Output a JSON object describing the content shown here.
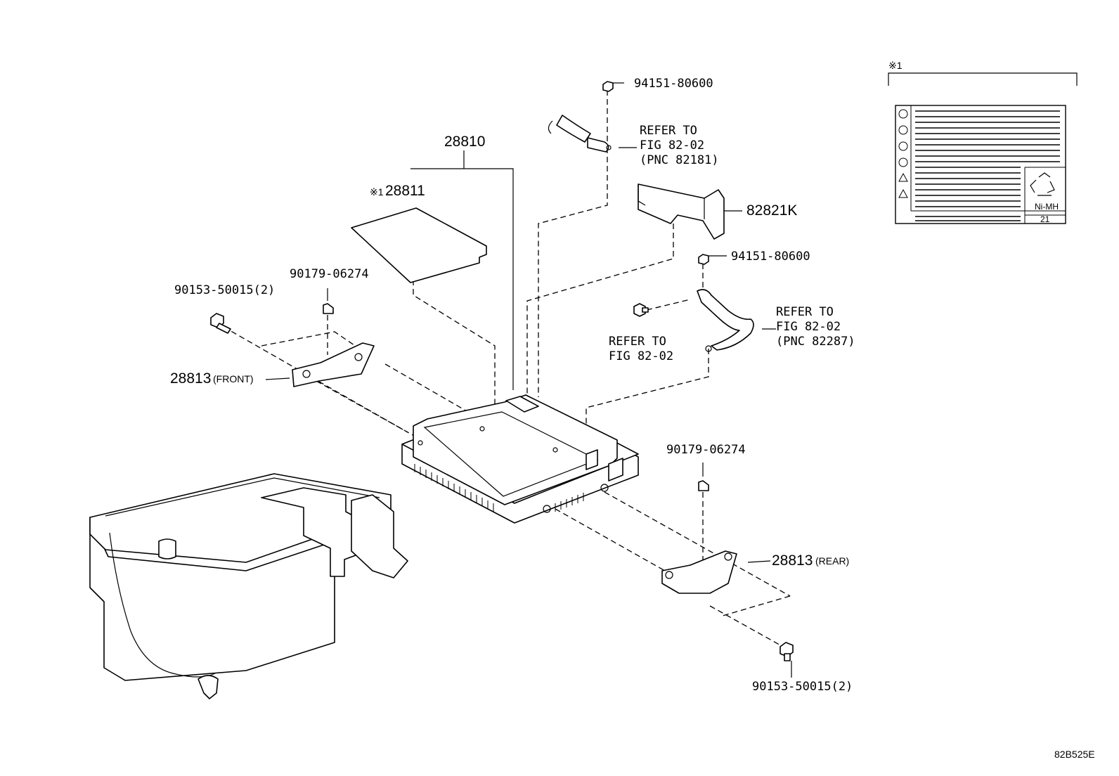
{
  "parts": {
    "nut_top": "94151-80600",
    "nut_mid": "94151-80600",
    "assembly": "28810",
    "label_sheet_mark": "※1",
    "label_sheet": "28811",
    "cover": "82821K",
    "refer_top": [
      "REFER TO",
      "FIG 82-02",
      "(PNC 82181)"
    ],
    "refer_right": [
      "REFER TO",
      "FIG 82-02",
      "(PNC 82287)"
    ],
    "refer_bolt": [
      "REFER TO",
      "FIG 82-02"
    ],
    "clip_left": "90179-06274",
    "clip_right": "90179-06274",
    "bolt_left": "90153-50015(2)",
    "bolt_right": "90153-50015(2)",
    "bracket_front_num": "28813",
    "bracket_front_suffix": "(FRONT)",
    "bracket_rear_num": "28813",
    "bracket_rear_suffix": "(REAR)"
  },
  "inset": {
    "mark": "※1",
    "recycle_text": "Ni-MH",
    "number": "21"
  },
  "figure_code": "82B525E"
}
